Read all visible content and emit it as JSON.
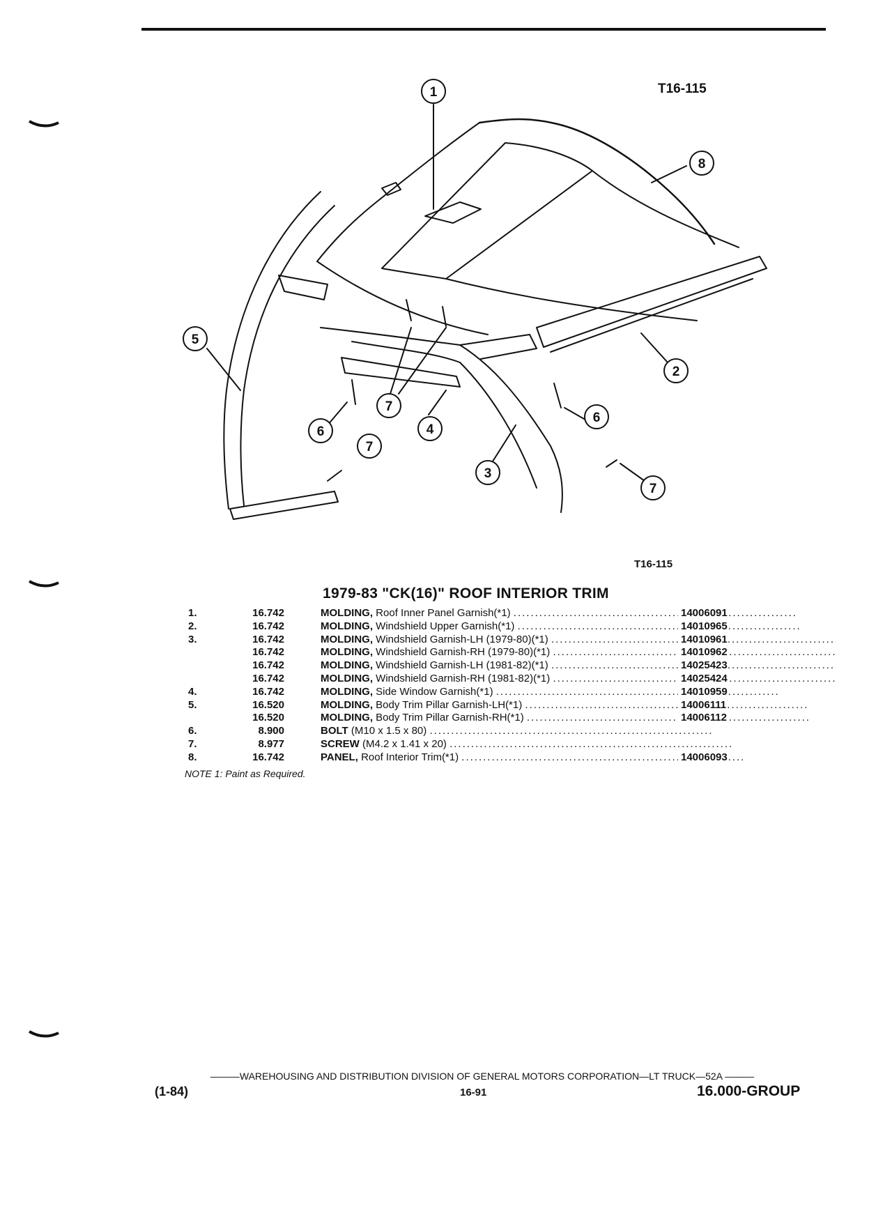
{
  "figure": {
    "code_top": "T16-115",
    "code_bottom": "T16-115",
    "callouts": [
      "1",
      "2",
      "3",
      "4",
      "5",
      "6",
      "6",
      "7",
      "7",
      "7",
      "8"
    ]
  },
  "section_title": "1979-83 \"CK(16)\" ROOF INTERIOR TRIM",
  "parts": [
    {
      "num": "1.",
      "group": "16.742",
      "keyword": "MOLDING,",
      "desc": "Roof Inner Panel Garnish(*1)",
      "pn": "14006091"
    },
    {
      "num": "2.",
      "group": "16.742",
      "keyword": "MOLDING,",
      "desc": "Windshield Upper Garnish(*1)",
      "pn": "14010965"
    },
    {
      "num": "3.",
      "group": "16.742",
      "keyword": "MOLDING,",
      "desc": "Windshield Garnish-LH (1979-80)(*1)",
      "pn": "14010961"
    },
    {
      "num": "",
      "group": "16.742",
      "keyword": "MOLDING,",
      "desc": "Windshield Garnish-RH (1979-80)(*1)",
      "pn": "14010962"
    },
    {
      "num": "",
      "group": "16.742",
      "keyword": "MOLDING,",
      "desc": "Windshield Garnish-LH (1981-82)(*1)",
      "pn": "14025423"
    },
    {
      "num": "",
      "group": "16.742",
      "keyword": "MOLDING,",
      "desc": "Windshield Garnish-RH (1981-82)(*1)",
      "pn": "14025424"
    },
    {
      "num": "4.",
      "group": "16.742",
      "keyword": "MOLDING,",
      "desc": "Side Window Garnish(*1)",
      "pn": "14010959"
    },
    {
      "num": "5.",
      "group": "16.520",
      "keyword": "MOLDING,",
      "desc": "Body Trim Pillar Garnish-LH(*1)",
      "pn": "14006111"
    },
    {
      "num": "",
      "group": "16.520",
      "keyword": "MOLDING,",
      "desc": "Body Trim Pillar Garnish-RH(*1)",
      "pn": "14006112"
    },
    {
      "num": "6.",
      "group": "8.900",
      "keyword": "BOLT",
      "desc": "(M10 x 1.5 x 80)",
      "pn": ""
    },
    {
      "num": "7.",
      "group": "8.977",
      "keyword": "SCREW",
      "desc": "(M4.2 x 1.41 x 20)",
      "pn": ""
    },
    {
      "num": "8.",
      "group": "16.742",
      "keyword": "PANEL,",
      "desc": "Roof Interior Trim(*1)",
      "pn": "14006093"
    }
  ],
  "note": "NOTE 1: Paint as Required.",
  "footer": {
    "line": "———WAREHOUSING AND DISTRIBUTION DIVISION OF GENERAL MOTORS CORPORATION—LT TRUCK—52A ———",
    "date": "(1-84)",
    "page": "16-91",
    "group": "16.000-GROUP"
  }
}
